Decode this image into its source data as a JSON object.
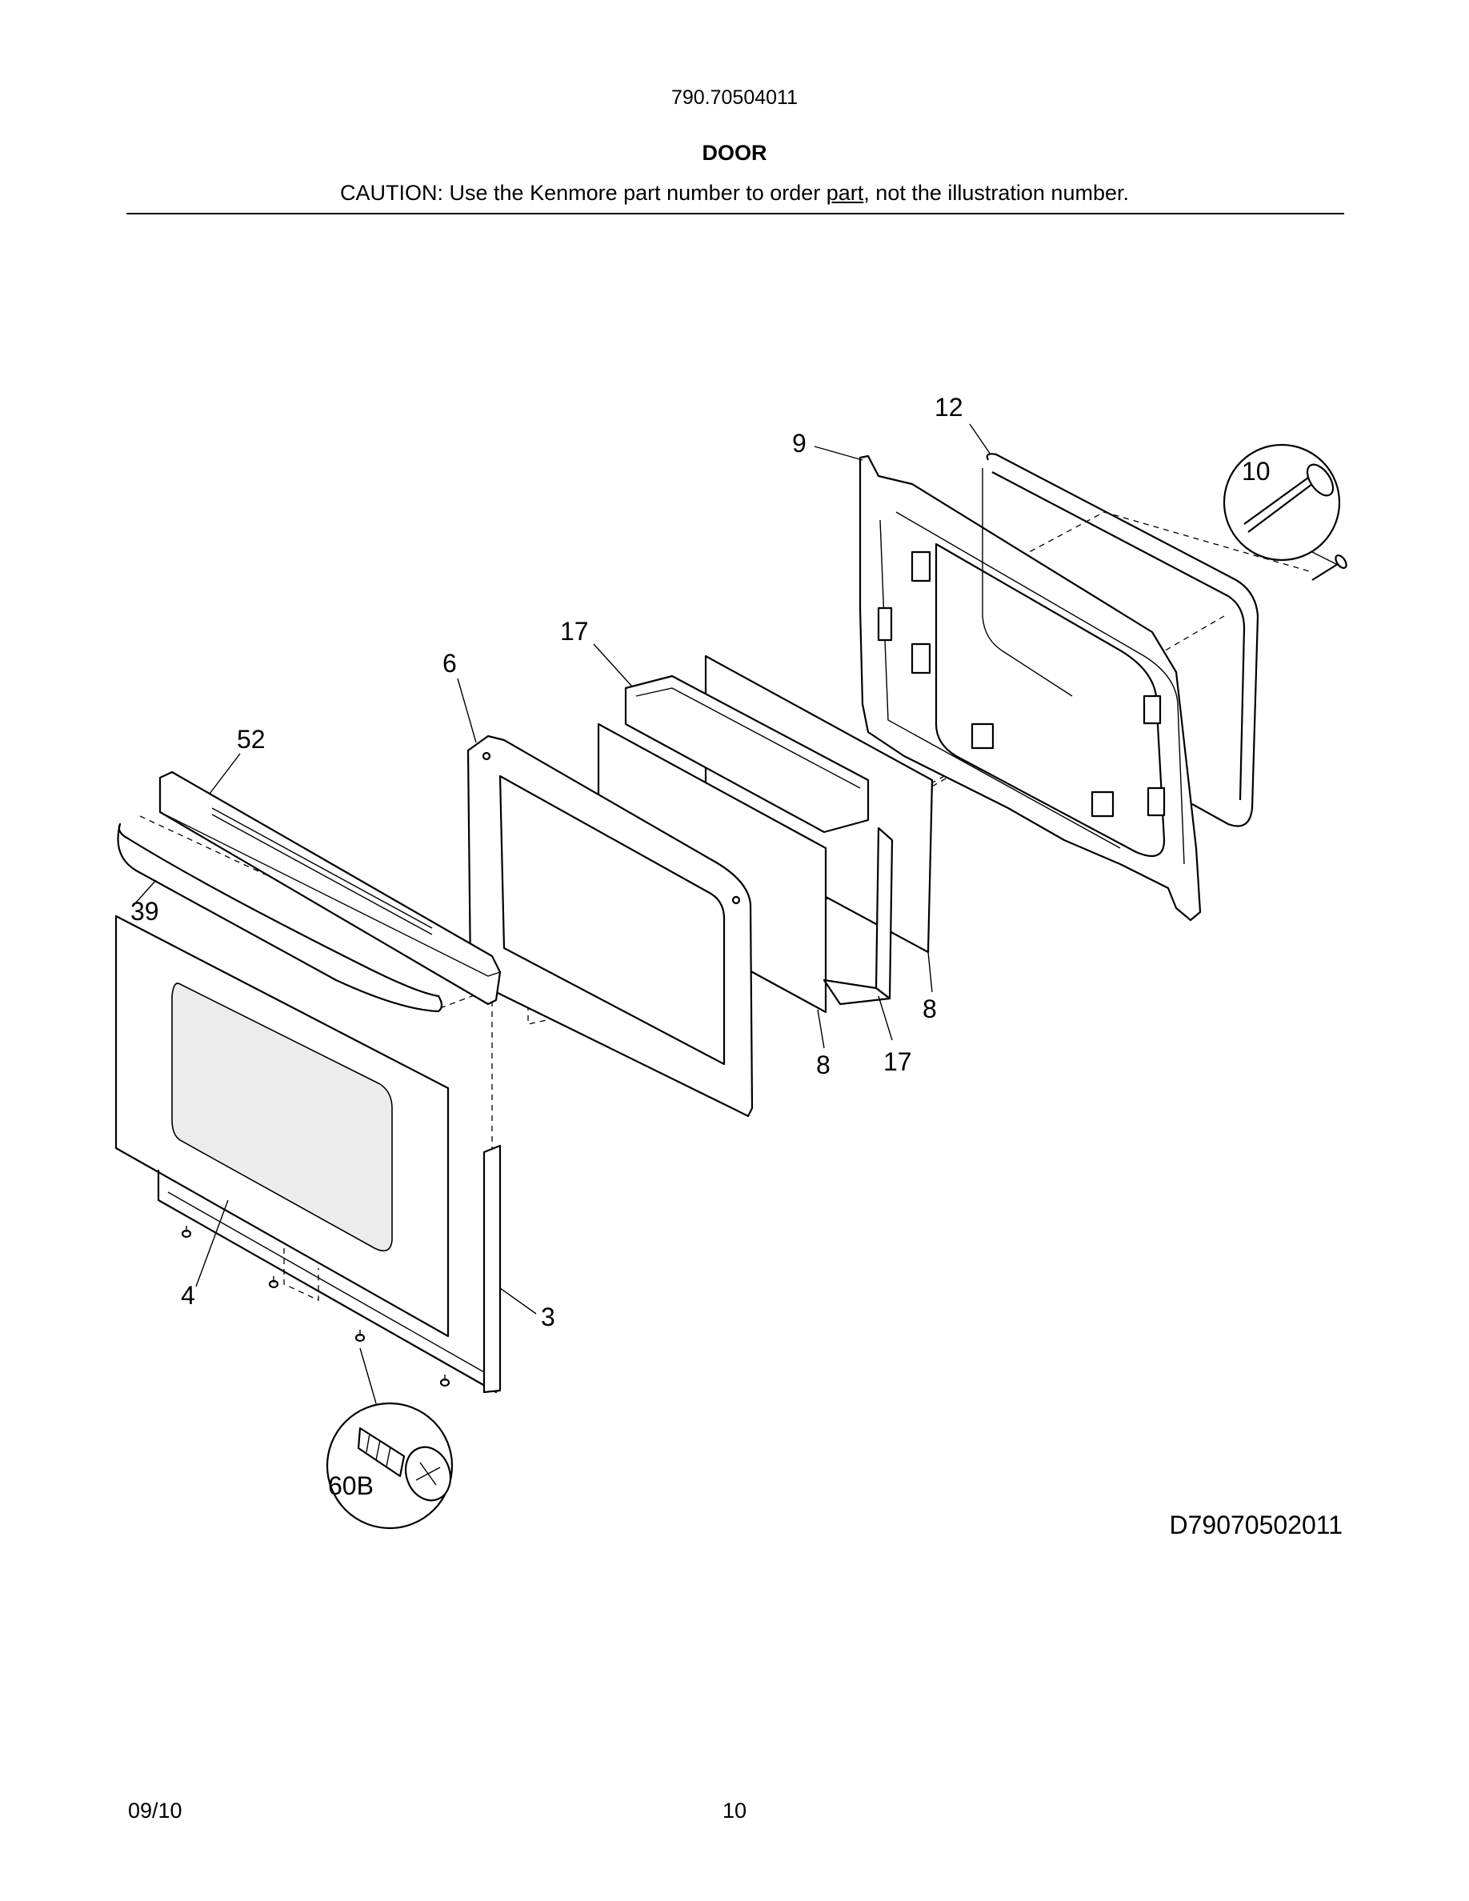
{
  "header": {
    "model_number": "790.70504011",
    "section_title": "DOOR",
    "caution_before": "CAUTION: Use the Kenmore part number to order ",
    "caution_underlined": "part",
    "caution_after": ", not the illustration number."
  },
  "diagram": {
    "drawing_id": "D79070502011",
    "callouts": {
      "c12": "12",
      "c9": "9",
      "c10": "10",
      "c17a": "17",
      "c6": "6",
      "c52": "52",
      "c39": "39",
      "c8a": "8",
      "c8b": "8",
      "c17b": "17",
      "c4": "4",
      "c3": "3",
      "c60b": "60B"
    }
  },
  "footer": {
    "date": "09/10",
    "page": "10"
  }
}
